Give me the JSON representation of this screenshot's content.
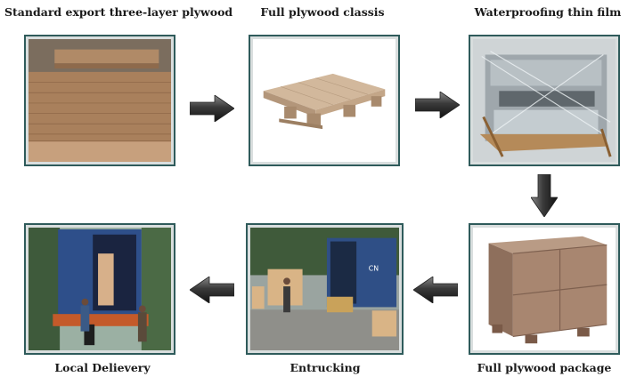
{
  "steps": [
    {
      "id": "plywood",
      "title": "Standard export three-layer plywood"
    },
    {
      "id": "classis",
      "title": "Full plywood classis"
    },
    {
      "id": "film",
      "title": "Waterproofing thin film"
    },
    {
      "id": "package",
      "title": "Full plywood package"
    },
    {
      "id": "entrucking",
      "title": "Entrucking"
    },
    {
      "id": "delivery",
      "title": "Local Delievery"
    }
  ],
  "arrows": [
    {
      "from": "plywood",
      "to": "classis",
      "direction": "right"
    },
    {
      "from": "classis",
      "to": "film",
      "direction": "right"
    },
    {
      "from": "film",
      "to": "package",
      "direction": "down"
    },
    {
      "from": "package",
      "to": "entrucking",
      "direction": "left"
    },
    {
      "from": "entrucking",
      "to": "delivery",
      "direction": "left"
    }
  ],
  "colors": {
    "frame_border": "#2f5b5b",
    "arrow_fill": "#3a3a3a",
    "title_text": "#1a1a1a"
  },
  "icons": {
    "arrow_shape": "block-arrow-icon"
  }
}
